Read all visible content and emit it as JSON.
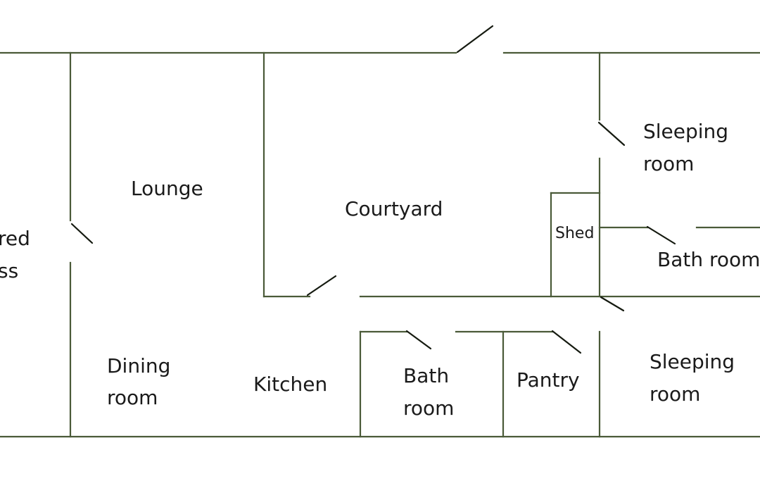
{
  "colors": {
    "wall": "#4a5a38",
    "door": "#151a10",
    "text": "#1a1a1a",
    "background": "#ffffff"
  },
  "rooms": {
    "covered_access": {
      "line1": "red",
      "line2": "ss"
    },
    "lounge": "Lounge",
    "courtyard": "Courtyard",
    "sleeping_room_top": {
      "line1": "Sleeping",
      "line2": "room"
    },
    "shed": "Shed",
    "bath_room_right": "Bath room",
    "dining_room": {
      "line1": "Dining",
      "line2": "room"
    },
    "kitchen": "Kitchen",
    "bath_room_bottom": {
      "line1": "Bath",
      "line2": "room"
    },
    "pantry": "Pantry",
    "sleeping_room_bottom": {
      "line1": "Sleeping",
      "line2": "room"
    }
  }
}
